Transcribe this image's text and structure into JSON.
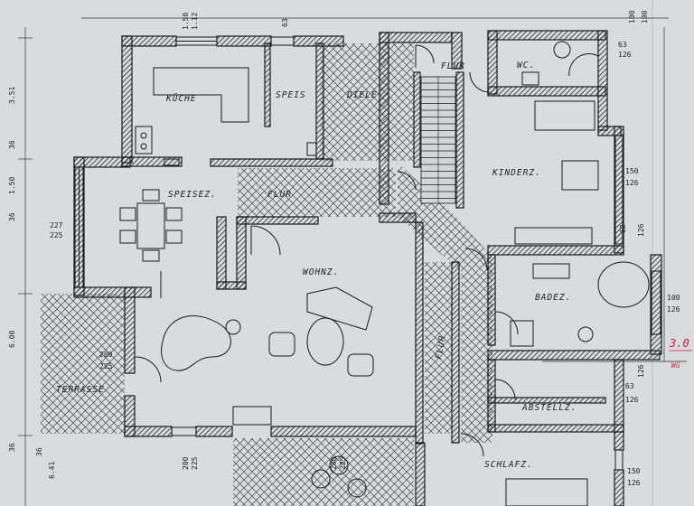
{
  "rooms": {
    "kuche": "KÜCHE",
    "speis": "SPEIS",
    "diele": "DIELE",
    "flur_top": "FLUR",
    "wc": "WC.",
    "kinderz": "KINDERZ.",
    "speisez": "SPEISEZ.",
    "flur_mid": "FLUR",
    "wohnz": "WOHNZ.",
    "badez": "BADEZ.",
    "flur_vert": "FLUR",
    "terrasse": "TERRASSE",
    "abstellz": "ABSTELLZ.",
    "schlafz": "SCHLAFZ."
  },
  "dimensions": {
    "kuche_window": [
      "1.50",
      "1.12"
    ],
    "speis_window": "63",
    "top_right": [
      "100",
      "100"
    ],
    "wc_window": [
      "63",
      "126"
    ],
    "kinderz_window": [
      "150",
      "126"
    ],
    "kinderz_right": [
      "63",
      "126"
    ],
    "speisez_window": [
      "227",
      "225"
    ],
    "bad_right": [
      "100",
      "126"
    ],
    "terr_window": [
      "200",
      "225"
    ],
    "abstell_window": [
      "63",
      "126"
    ],
    "abstell_right": [
      "126"
    ],
    "bottom_window": [
      "200",
      "225"
    ],
    "bottom_window2": [
      "200",
      "225"
    ],
    "schlafz_window": [
      "150",
      "126"
    ],
    "left_margin": [
      "3.51",
      "36",
      "1.50",
      "36",
      "6.00",
      "36"
    ],
    "bottom_left": [
      "36",
      "6.41"
    ]
  },
  "annotations": {
    "red_main": "3.0",
    "red_sub": "Wü"
  }
}
